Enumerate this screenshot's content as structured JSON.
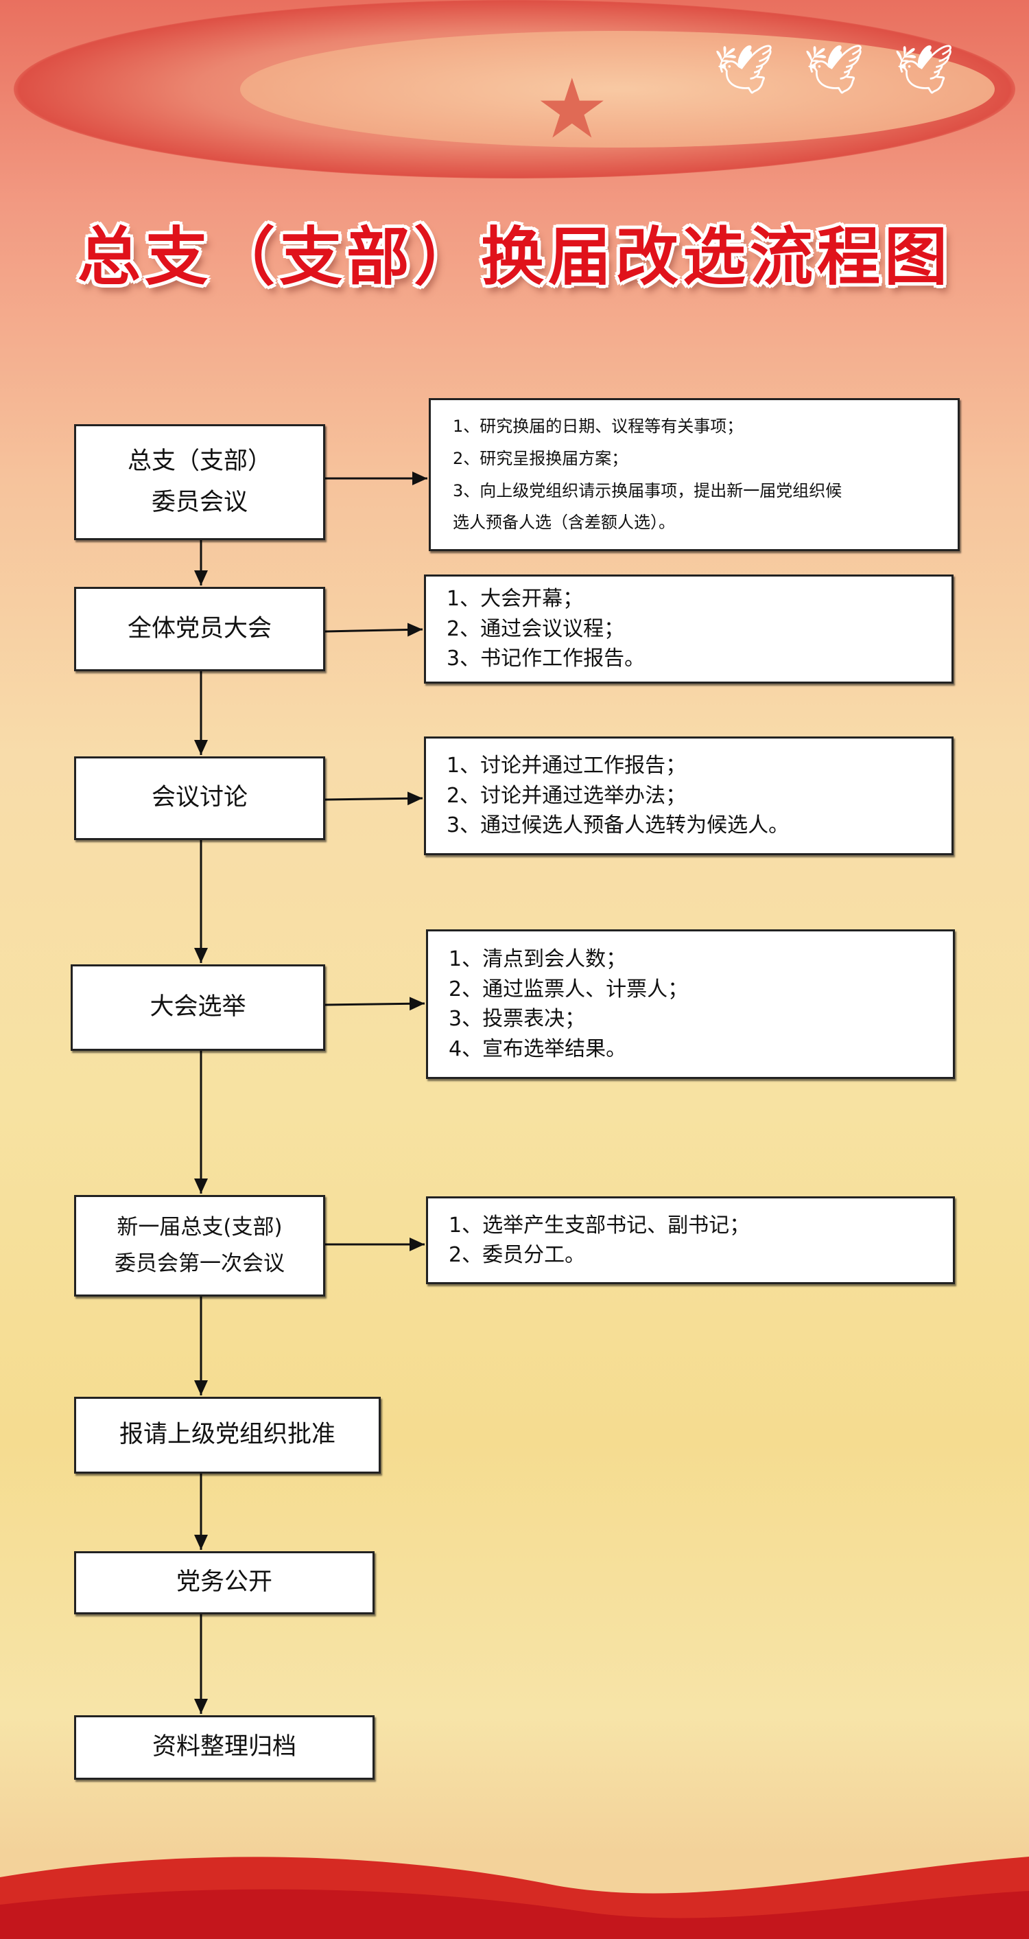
{
  "title": "总支（支部）换届改选流程图",
  "decorations": {
    "star": "★",
    "doves": "🕊 🕊 🕊"
  },
  "steps": [
    {
      "lines": [
        "总支（支部）",
        "委员会议"
      ]
    },
    {
      "lines": [
        "全体党员大会"
      ]
    },
    {
      "lines": [
        "会议讨论"
      ]
    },
    {
      "lines": [
        "大会选举"
      ]
    },
    {
      "lines": [
        "新一届总支(支部)",
        "委员会第一次会议"
      ]
    },
    {
      "lines": [
        "报请上级党组织批准"
      ]
    },
    {
      "lines": [
        "党务公开"
      ]
    },
    {
      "lines": [
        "资料整理归档"
      ]
    }
  ],
  "details": [
    {
      "lines": [
        "1、研究换届的日期、议程等有关事项；",
        "2、研究呈报换届方案；",
        "3、向上级党组织请示换届事项，提出新一届党组织候",
        "选人预备人选（含差额人选）。"
      ]
    },
    {
      "lines": [
        "1、大会开幕；",
        "2、通过会议议程；",
        "3、书记作工作报告。"
      ]
    },
    {
      "lines": [
        "1、讨论并通过工作报告；",
        "2、讨论并通过选举办法；",
        "3、通过候选人预备人选转为候选人。"
      ]
    },
    {
      "lines": [
        "1、清点到会人数；",
        "2、通过监票人、计票人；",
        "3、投票表决；",
        "4、宣布选举结果。"
      ]
    },
    {
      "lines": [
        "1、选举产生支部书记、副书记；",
        "2、委员分工。"
      ]
    }
  ],
  "colors": {
    "title": "#e0121b",
    "border": "#222222"
  }
}
